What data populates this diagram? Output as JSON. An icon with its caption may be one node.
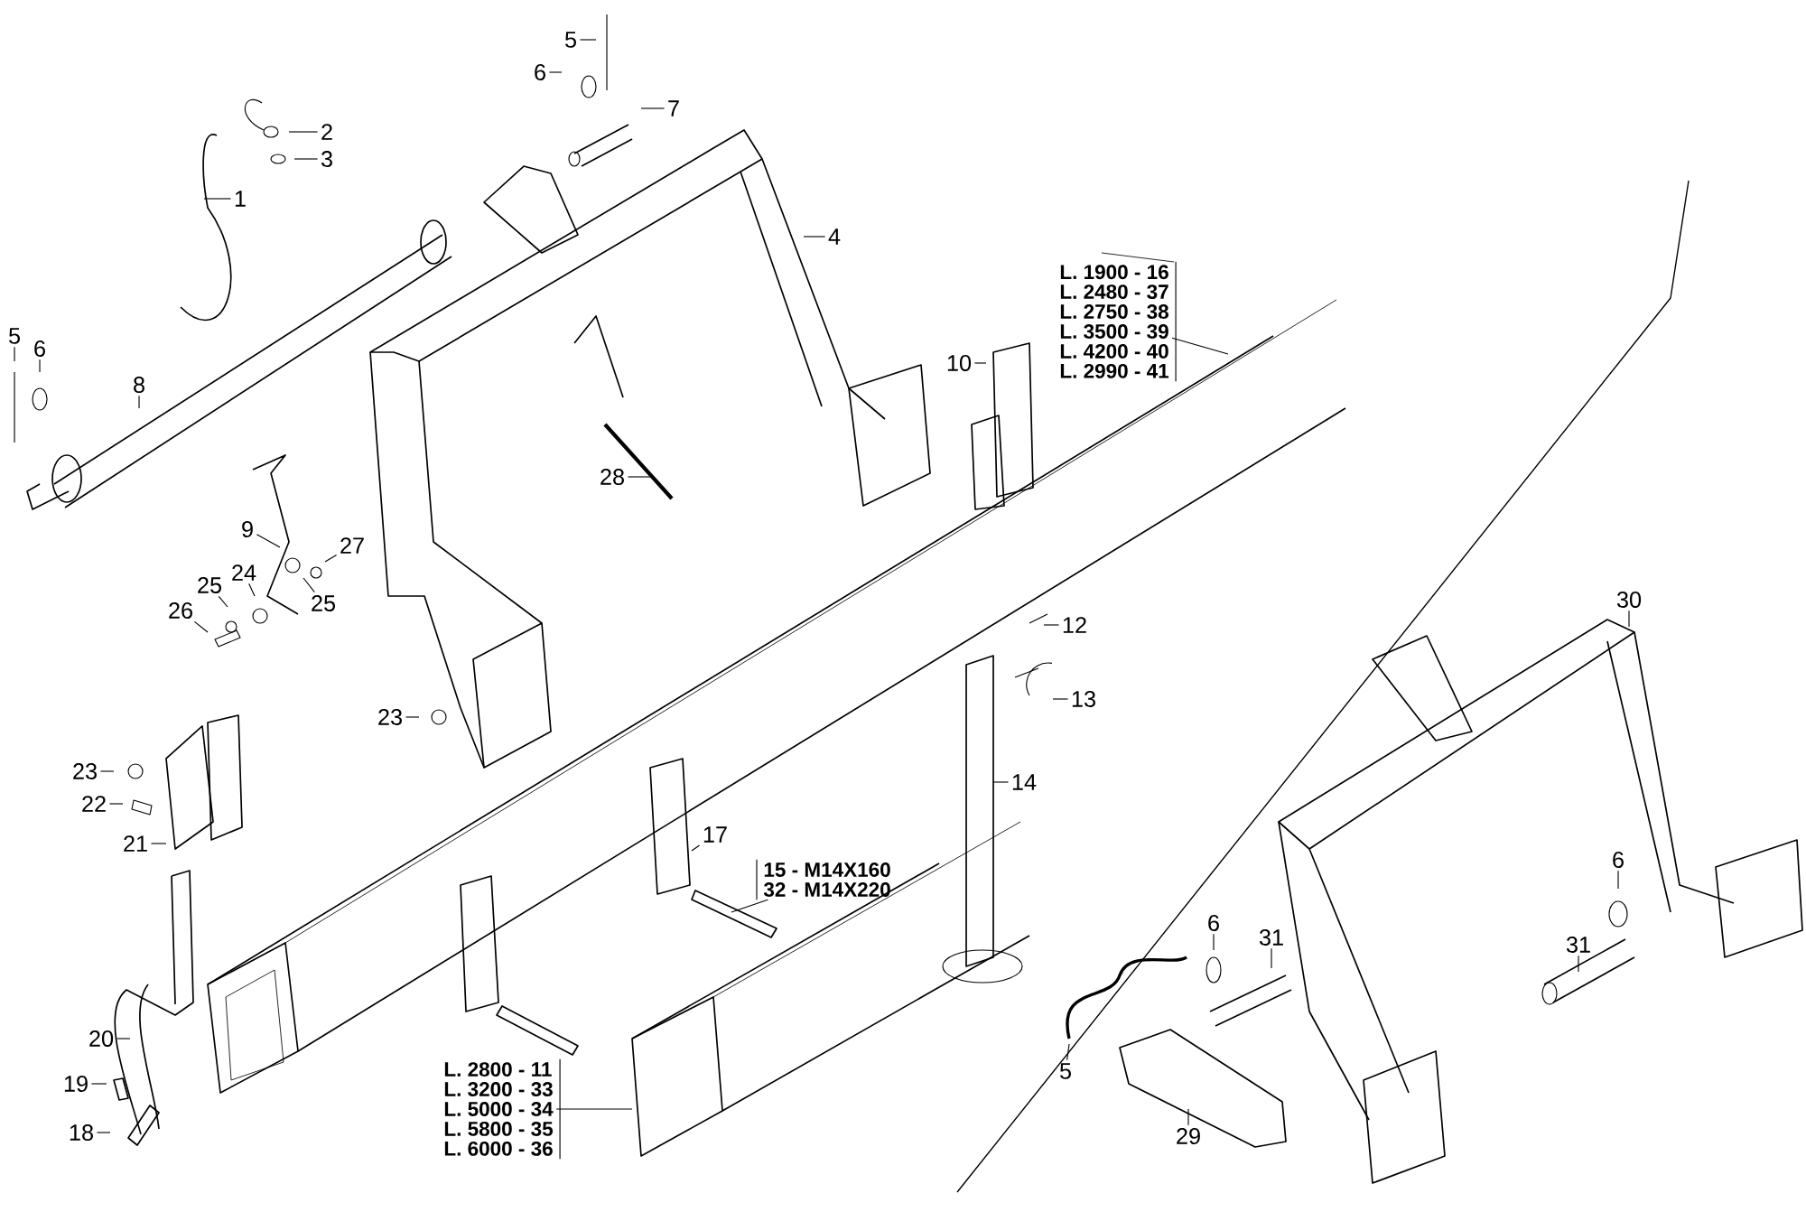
{
  "diagram": {
    "nodes": [
      {
        "text": [
          "1"
        ]
      },
      {
        "text": [
          "2"
        ]
      },
      {
        "text": [
          "3"
        ]
      },
      {
        "text": [
          "5"
        ]
      },
      {
        "text": [
          "6"
        ]
      },
      {
        "text": [
          "7"
        ]
      },
      {
        "text": [
          "4"
        ]
      },
      {
        "text": [
          "L. 1900 - 16",
          "L. 2480 - 37",
          "L. 2750 - 38",
          "L. 3500 - 39",
          "L. 4200 - 40",
          "L. 2990 - 41"
        ]
      },
      {
        "text": [
          "5"
        ]
      },
      {
        "text": [
          "6"
        ]
      },
      {
        "text": [
          "8"
        ]
      },
      {
        "text": [
          "10"
        ]
      },
      {
        "text": [
          "28"
        ]
      },
      {
        "text": [
          "9"
        ]
      },
      {
        "text": [
          "27"
        ]
      },
      {
        "text": [
          "24"
        ]
      },
      {
        "text": [
          "25"
        ]
      },
      {
        "text": [
          "25"
        ]
      },
      {
        "text": [
          "26"
        ]
      },
      {
        "text": [
          "23"
        ]
      },
      {
        "text": [
          "12"
        ]
      },
      {
        "text": [
          "13"
        ]
      },
      {
        "text": [
          "14"
        ]
      },
      {
        "text": [
          "23"
        ]
      },
      {
        "text": [
          "22"
        ]
      },
      {
        "text": [
          "21"
        ]
      },
      {
        "text": [
          "17"
        ]
      },
      {
        "text": [
          "15 - M14X160",
          "32 - M14X220"
        ]
      },
      {
        "text": [
          "30"
        ]
      },
      {
        "text": [
          "20"
        ]
      },
      {
        "text": [
          "6"
        ]
      },
      {
        "text": [
          "31"
        ]
      },
      {
        "text": [
          "6"
        ]
      },
      {
        "text": [
          "31"
        ]
      },
      {
        "text": [
          "19"
        ]
      },
      {
        "text": [
          "18"
        ]
      },
      {
        "text": [
          "5"
        ]
      },
      {
        "text": [
          "29"
        ]
      },
      {
        "text": [
          "L. 2800 - 11",
          "L. 3200 - 33",
          "L. 5000 - 34",
          "L. 5800 - 35",
          "L. 6000 - 36"
        ]
      }
    ],
    "edges": [
      {
        "from": 0,
        "to": null,
        "arrow": "none"
      },
      {
        "from": 1,
        "to": null,
        "arrow": "none"
      },
      {
        "from": 2,
        "to": null,
        "arrow": "none"
      },
      {
        "from": 3,
        "to": null,
        "arrow": "none"
      },
      {
        "from": 4,
        "to": null,
        "arrow": "none"
      },
      {
        "from": 5,
        "to": null,
        "arrow": "none"
      },
      {
        "from": 6,
        "to": null,
        "arrow": "none"
      },
      {
        "from": 7,
        "to": null,
        "arrow": "none"
      },
      {
        "from": 8,
        "to": null,
        "arrow": "none"
      },
      {
        "from": 9,
        "to": null,
        "arrow": "none"
      },
      {
        "from": 10,
        "to": null,
        "arrow": "none"
      },
      {
        "from": 11,
        "to": null,
        "arrow": "none"
      },
      {
        "from": 12,
        "to": null,
        "arrow": "none"
      },
      {
        "from": 13,
        "to": null,
        "arrow": "none"
      },
      {
        "from": 14,
        "to": null,
        "arrow": "none"
      },
      {
        "from": 15,
        "to": null,
        "arrow": "none"
      },
      {
        "from": 16,
        "to": null,
        "arrow": "none"
      },
      {
        "from": 17,
        "to": null,
        "arrow": "none"
      },
      {
        "from": 18,
        "to": null,
        "arrow": "none"
      },
      {
        "from": 19,
        "to": null,
        "arrow": "none"
      },
      {
        "from": 20,
        "to": null,
        "arrow": "none"
      },
      {
        "from": 21,
        "to": null,
        "arrow": "none"
      },
      {
        "from": 22,
        "to": null,
        "arrow": "none"
      },
      {
        "from": 23,
        "to": null,
        "arrow": "none"
      },
      {
        "from": 24,
        "to": null,
        "arrow": "none"
      },
      {
        "from": 25,
        "to": null,
        "arrow": "none"
      },
      {
        "from": 26,
        "to": null,
        "arrow": "none"
      },
      {
        "from": 27,
        "to": null,
        "arrow": "none"
      },
      {
        "from": 28,
        "to": null,
        "arrow": "none"
      },
      {
        "from": 29,
        "to": null,
        "arrow": "none"
      },
      {
        "from": 30,
        "to": null,
        "arrow": "none"
      },
      {
        "from": 31,
        "to": null,
        "arrow": "none"
      },
      {
        "from": 32,
        "to": null,
        "arrow": "none"
      },
      {
        "from": 33,
        "to": null,
        "arrow": "none"
      },
      {
        "from": 34,
        "to": null,
        "arrow": "none"
      },
      {
        "from": 35,
        "to": null,
        "arrow": "none"
      },
      {
        "from": 36,
        "to": null,
        "arrow": "none"
      },
      {
        "from": 37,
        "to": null,
        "arrow": "none"
      },
      {
        "from": 38,
        "to": null,
        "arrow": "none"
      }
    ]
  }
}
